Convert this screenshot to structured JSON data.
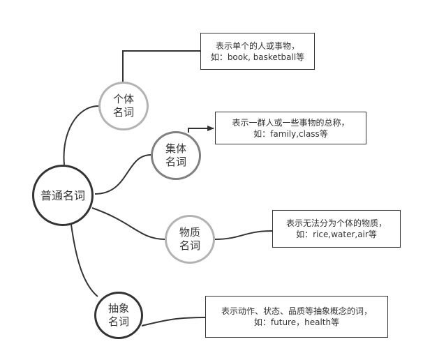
{
  "root": {
    "label": "普通名词",
    "border_color": "#333333"
  },
  "branches": [
    {
      "id": "individual",
      "line1": "个体",
      "line2": "名词",
      "border_color": "#b3b3b3",
      "note_line1": "表示单个的人或事物，",
      "note_line2": "如：book, basketball等"
    },
    {
      "id": "collective",
      "line1": "集体",
      "line2": "名词",
      "border_color": "#808080",
      "note_line1": "表示一群人或一些事物的总称，",
      "note_line2": "如：family,class等"
    },
    {
      "id": "material",
      "line1": "物质",
      "line2": "名词",
      "border_color": "#b3b3b3",
      "note_line1": "表示无法分为个体的物质，",
      "note_line2": "如：rice,water,air等"
    },
    {
      "id": "abstract",
      "line1": "抽象",
      "line2": "名词",
      "border_color": "#333333",
      "note_line1": "表示动作、状态、品质等抽象概念的词，",
      "note_line2": "如：future，health等"
    }
  ],
  "line_color": "#333333"
}
